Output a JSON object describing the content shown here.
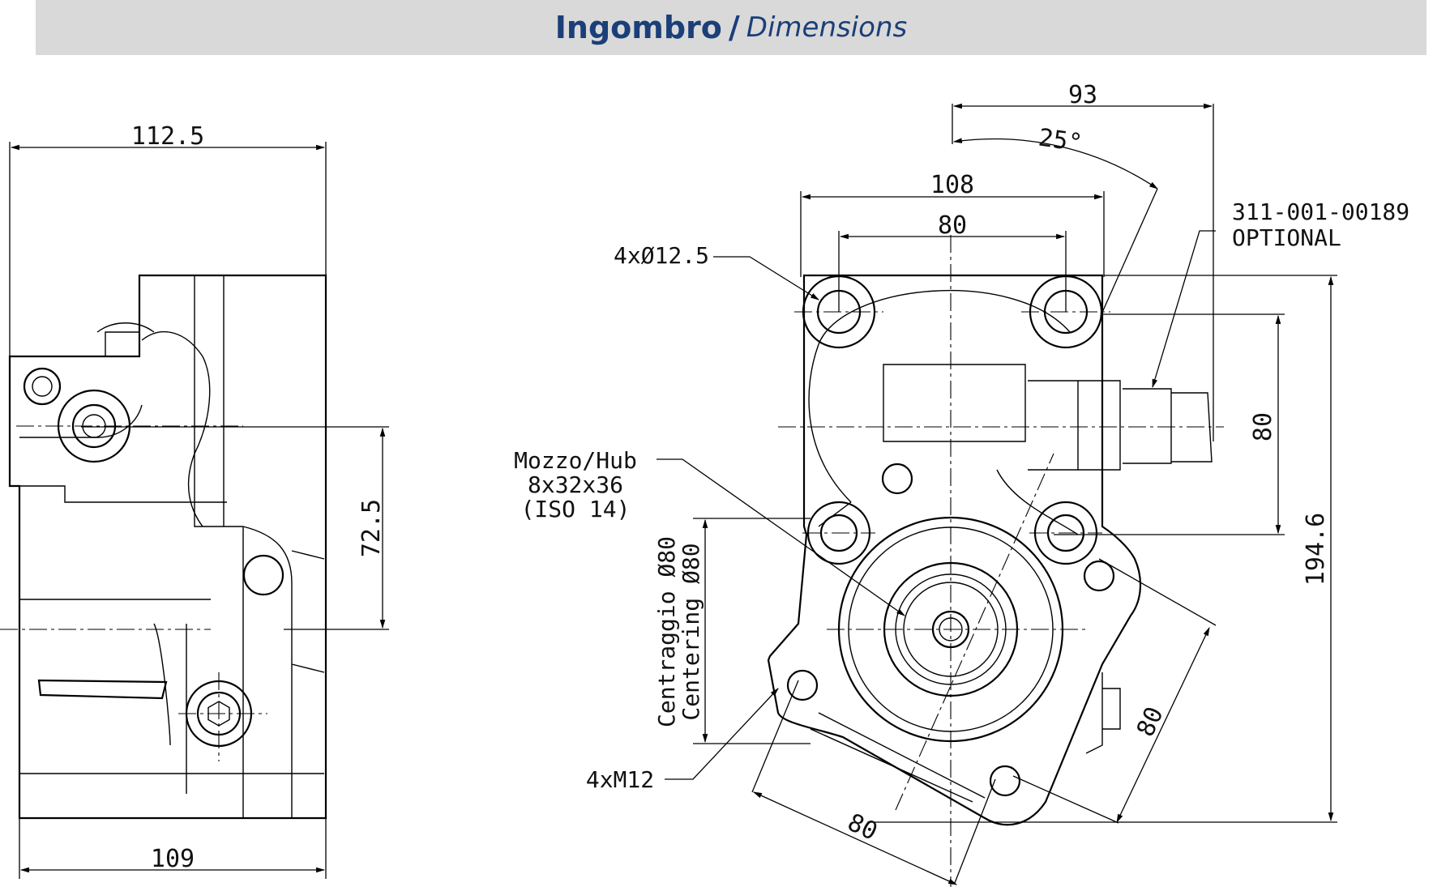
{
  "header": {
    "title": "Ingombro",
    "separator": "/",
    "subtitle": "Dimensions"
  },
  "side_view": {
    "dim_top_width": "112.5",
    "dim_bottom_width": "109",
    "dim_height": "72.5"
  },
  "front_view": {
    "dim_93": "93",
    "dim_angle": "25°",
    "dim_108": "108",
    "dim_80_top": "80",
    "dim_80_right": "80",
    "dim_194": "194.6",
    "dim_80_diag_right": "80",
    "dim_80_diag_bottom": "80",
    "label_holes": "4xØ12.5",
    "label_optional_code": "311-001-00189",
    "label_optional": "OPTIONAL",
    "label_hub_1": "Mozzo/Hub",
    "label_hub_2": "8x32x36",
    "label_hub_3": "(ISO 14)",
    "label_centering_1": "Centraggio Ø80",
    "label_centering_2": "Centering Ø80",
    "label_m12": "4xM12"
  }
}
